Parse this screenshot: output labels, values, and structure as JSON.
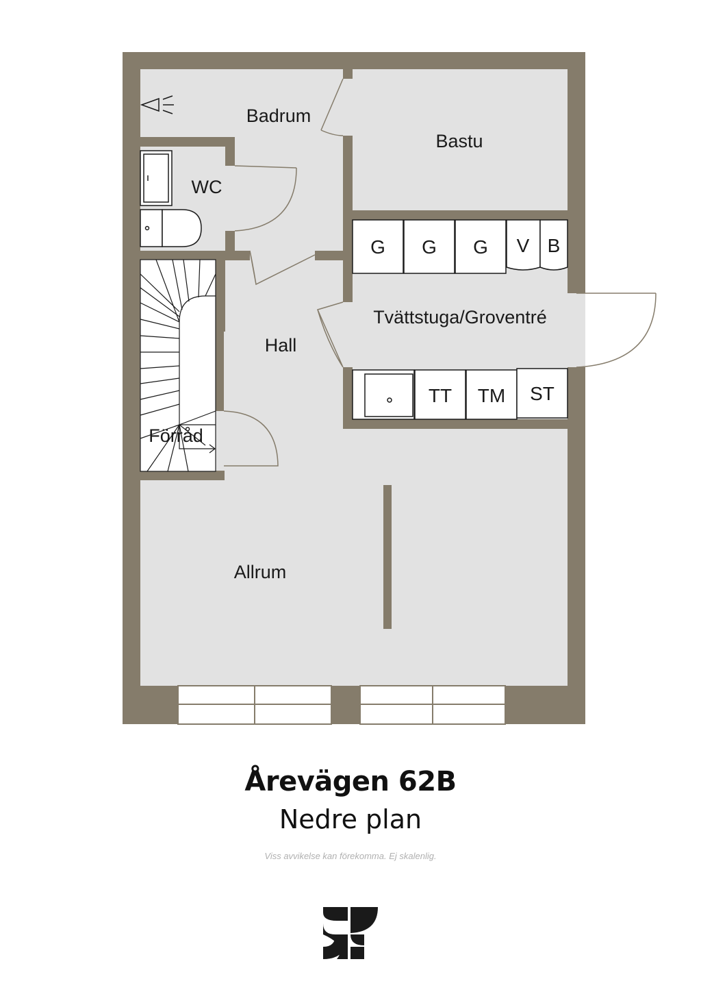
{
  "colors": {
    "wall": "#857c6b",
    "floor": "#e2e2e2",
    "line": "#857c6b",
    "fixture_stroke": "#1a1a1a",
    "logo": "#1a1a1a"
  },
  "rooms": {
    "badrum": "Badrum",
    "bastu": "Bastu",
    "wc": "WC",
    "hall": "Hall",
    "forrad": "Förråd",
    "tvattstuga": "Tvättstuga/Groventré",
    "allrum": "Allrum"
  },
  "cabinets_top": [
    "G",
    "G",
    "G",
    "V",
    "B"
  ],
  "cabinets_bottom": [
    "TT",
    "TM",
    "ST"
  ],
  "footer": {
    "address": "Årevägen 62B",
    "floor_name": "Nedre plan",
    "disclaimer": "Viss avvikelse kan förekomma. Ej skalenlig."
  },
  "icons": {
    "shower": "shower-head-icon",
    "logo": "sf-logo-icon"
  }
}
